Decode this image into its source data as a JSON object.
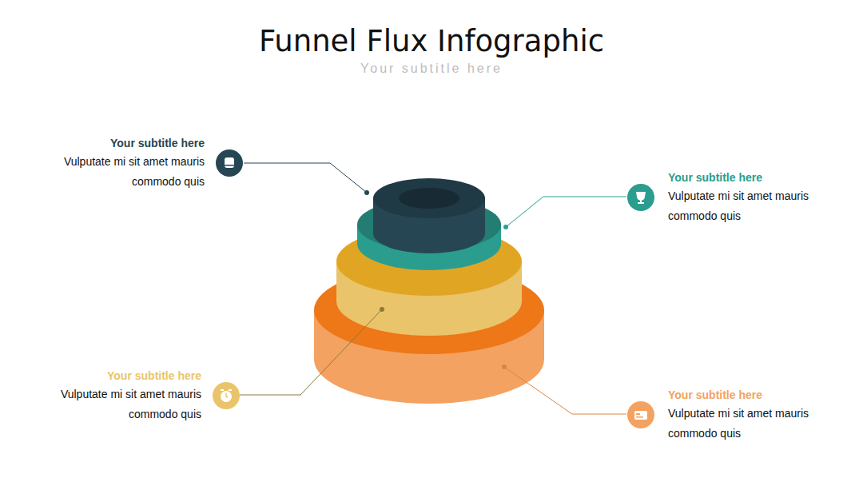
{
  "diagram": {
    "title": "Funnel Flux Infographic",
    "nodes": [
      {
        "text": [
          "Your subtitle here",
          "Vulputate mi sit amet mauris commodo quis"
        ]
      },
      {
        "text": [
          "Your subtitle here",
          "Vulputate mi sit amet mauris commodo quis"
        ]
      },
      {
        "text": [
          "Your subtitle here",
          "Vulputate mi sit amet mauris commodo quis"
        ]
      },
      {
        "text": [
          "Your subtitle here",
          "Vulputate mi sit amet mauris commodo quis"
        ]
      }
    ],
    "labels": [
      "Your subtitle here"
    ]
  }
}
